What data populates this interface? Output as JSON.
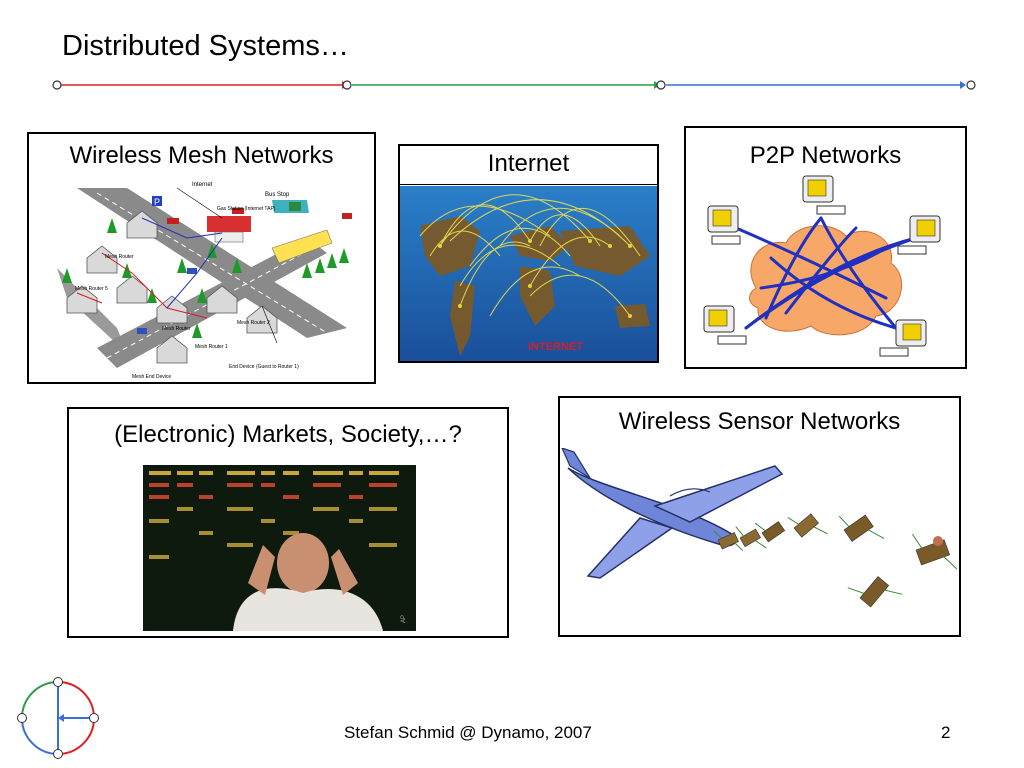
{
  "slide": {
    "title": "Distributed Systems…",
    "footer": "Stefan Schmid @ Dynamo, 2007",
    "page_number": "2"
  },
  "colors": {
    "rule_red": "#e02020",
    "rule_green": "#2e9a4a",
    "rule_blue": "#3a6fd8"
  },
  "panels": {
    "mesh": {
      "label": "Wireless Mesh Networks",
      "image_labels": {
        "internet": "Internet",
        "bus_stop": "Bus Stop",
        "gas_station": "Gas Station (Internet TAP)",
        "mesh_router": "Mesh Router",
        "mesh_router_5": "Mesh Router 5",
        "mesh_router_2": "Mesh Router 2",
        "mesh_router_1": "Mesh Router 1",
        "mesh_router_b": "Mesh Router",
        "mesh_end_device": "Mesh End Device",
        "end_device": "End Device (Guest to Router 1)",
        "p_sign": "P"
      }
    },
    "internet": {
      "label": "Internet",
      "image_caption": "INTERNET"
    },
    "p2p": {
      "label": "P2P Networks"
    },
    "markets": {
      "label": "(Electronic) Markets, Society,…?",
      "image_credit": "AP"
    },
    "sensor": {
      "label": "Wireless Sensor Networks"
    }
  }
}
